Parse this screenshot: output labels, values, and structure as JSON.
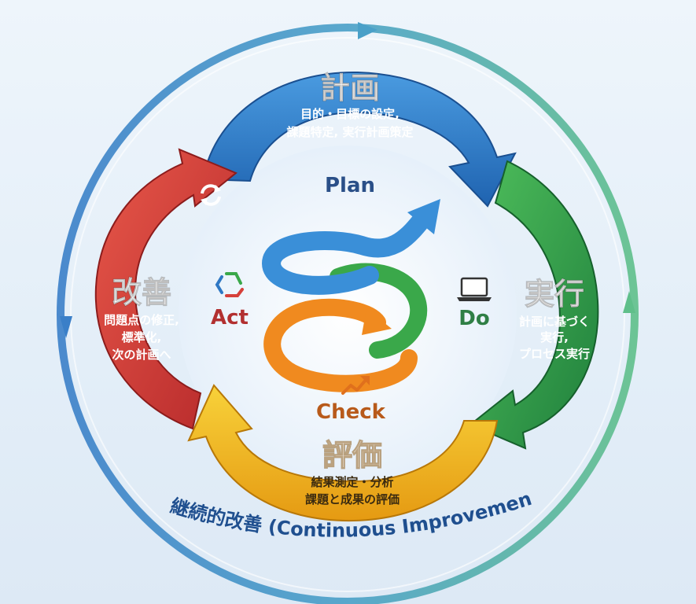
{
  "stages": {
    "plan": {
      "title": "計画",
      "desc": [
        "目的・目標の設定,",
        "課題特定, 実行計画策定"
      ],
      "english": "Plan"
    },
    "do": {
      "title": "実行",
      "desc": [
        "計画に基づく",
        "実行,",
        "プロセス実行"
      ],
      "english": "Do"
    },
    "check": {
      "title": "評価",
      "desc": [
        "結果測定・分析",
        "課題と成果の評価"
      ],
      "english": "Check"
    },
    "act": {
      "title": "改善",
      "desc": [
        "問題点の修正,",
        "標準化,",
        "次の計画へ"
      ],
      "english": "Act"
    }
  },
  "outer_cycle_label": "継続的改善 (Continuous Improvement)",
  "colors": {
    "plan": "#2f78c4",
    "do": "#2e9a4a",
    "check": "#f0b81f",
    "act": "#d6403a",
    "spiral_blue": "#3a8fd8",
    "spiral_green": "#3aa84a",
    "spiral_orange": "#f08a1f",
    "outer_ring_blue": "#3a7fc8",
    "outer_ring_green": "#5fbf8a"
  },
  "icons": {
    "plan": "none",
    "do": "laptop-icon",
    "check": "trend-up-icon",
    "act": "recycle-icon",
    "act_top": "refresh-icon"
  }
}
